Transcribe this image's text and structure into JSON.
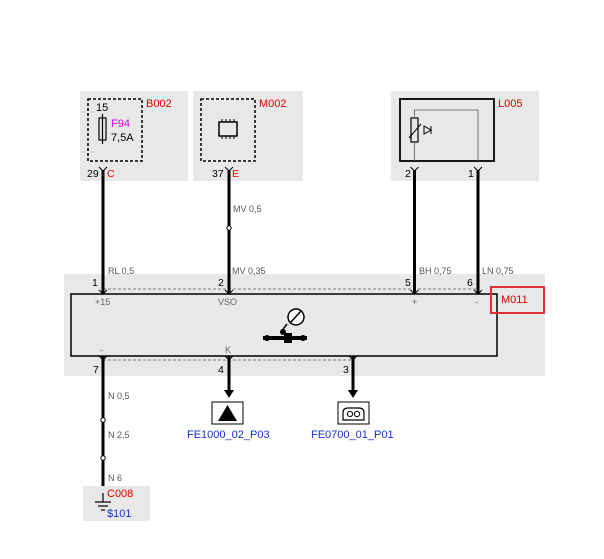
{
  "components": {
    "b002": {
      "id": "B002",
      "fuse_pin": "15",
      "fuse_id": "F94",
      "fuse_rating": "7,5A",
      "pin": "29",
      "connector": "C"
    },
    "m002": {
      "id": "M002",
      "pin": "37",
      "connector": "E"
    },
    "l005": {
      "id": "L005",
      "pin_a": "2",
      "pin_b": "1"
    },
    "m011": {
      "id": "M011",
      "pins_top": [
        "1",
        "2",
        "5",
        "6"
      ],
      "labels_top": [
        "+15",
        "VSO",
        "+",
        "-"
      ],
      "pins_bottom": [
        "7",
        "4",
        "3"
      ],
      "labels_bottom": [
        "-",
        "K"
      ]
    },
    "c008": {
      "id": "C008",
      "ground_ref": "$101"
    }
  },
  "wires": {
    "rl": "RL 0,5",
    "mv1": "MV 0,5",
    "mv2": "MV 0,35",
    "bh": "BH 0,75",
    "ln": "LN 0,75",
    "n1": "N 0,5",
    "n2": "N 2,5",
    "n3": "N 6"
  },
  "links": {
    "left": "FE1000_02_P03",
    "right": "FE0700_01_P01"
  },
  "colors": {
    "panel": "#e8e8e8",
    "component_id": "#e00000",
    "link": "#1a2fc8",
    "fuse": "#e000e0",
    "highlight": "#e03030"
  }
}
